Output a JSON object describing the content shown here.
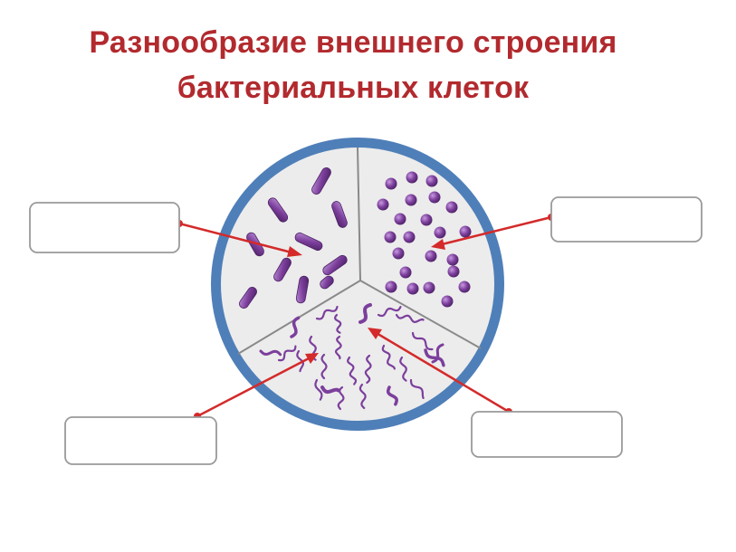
{
  "title": {
    "line1": "Разнообразие внешнего строения",
    "line2": "бактериальных клеток"
  },
  "colors": {
    "title": "#b22a2e",
    "rim": "#4f7fb8",
    "plate": "#ececec",
    "divider": "#8a8a8a",
    "bacteria": "#7c3f9c",
    "bacteria_dark": "#4d2266",
    "arrow": "#d42a2a",
    "box_border": "#9a9a9a"
  },
  "answer_boxes": [
    {
      "id": "box-top-left",
      "value": ""
    },
    {
      "id": "box-top-right",
      "value": ""
    },
    {
      "id": "box-bottom-left",
      "value": ""
    },
    {
      "id": "box-bottom-right",
      "value": ""
    }
  ]
}
